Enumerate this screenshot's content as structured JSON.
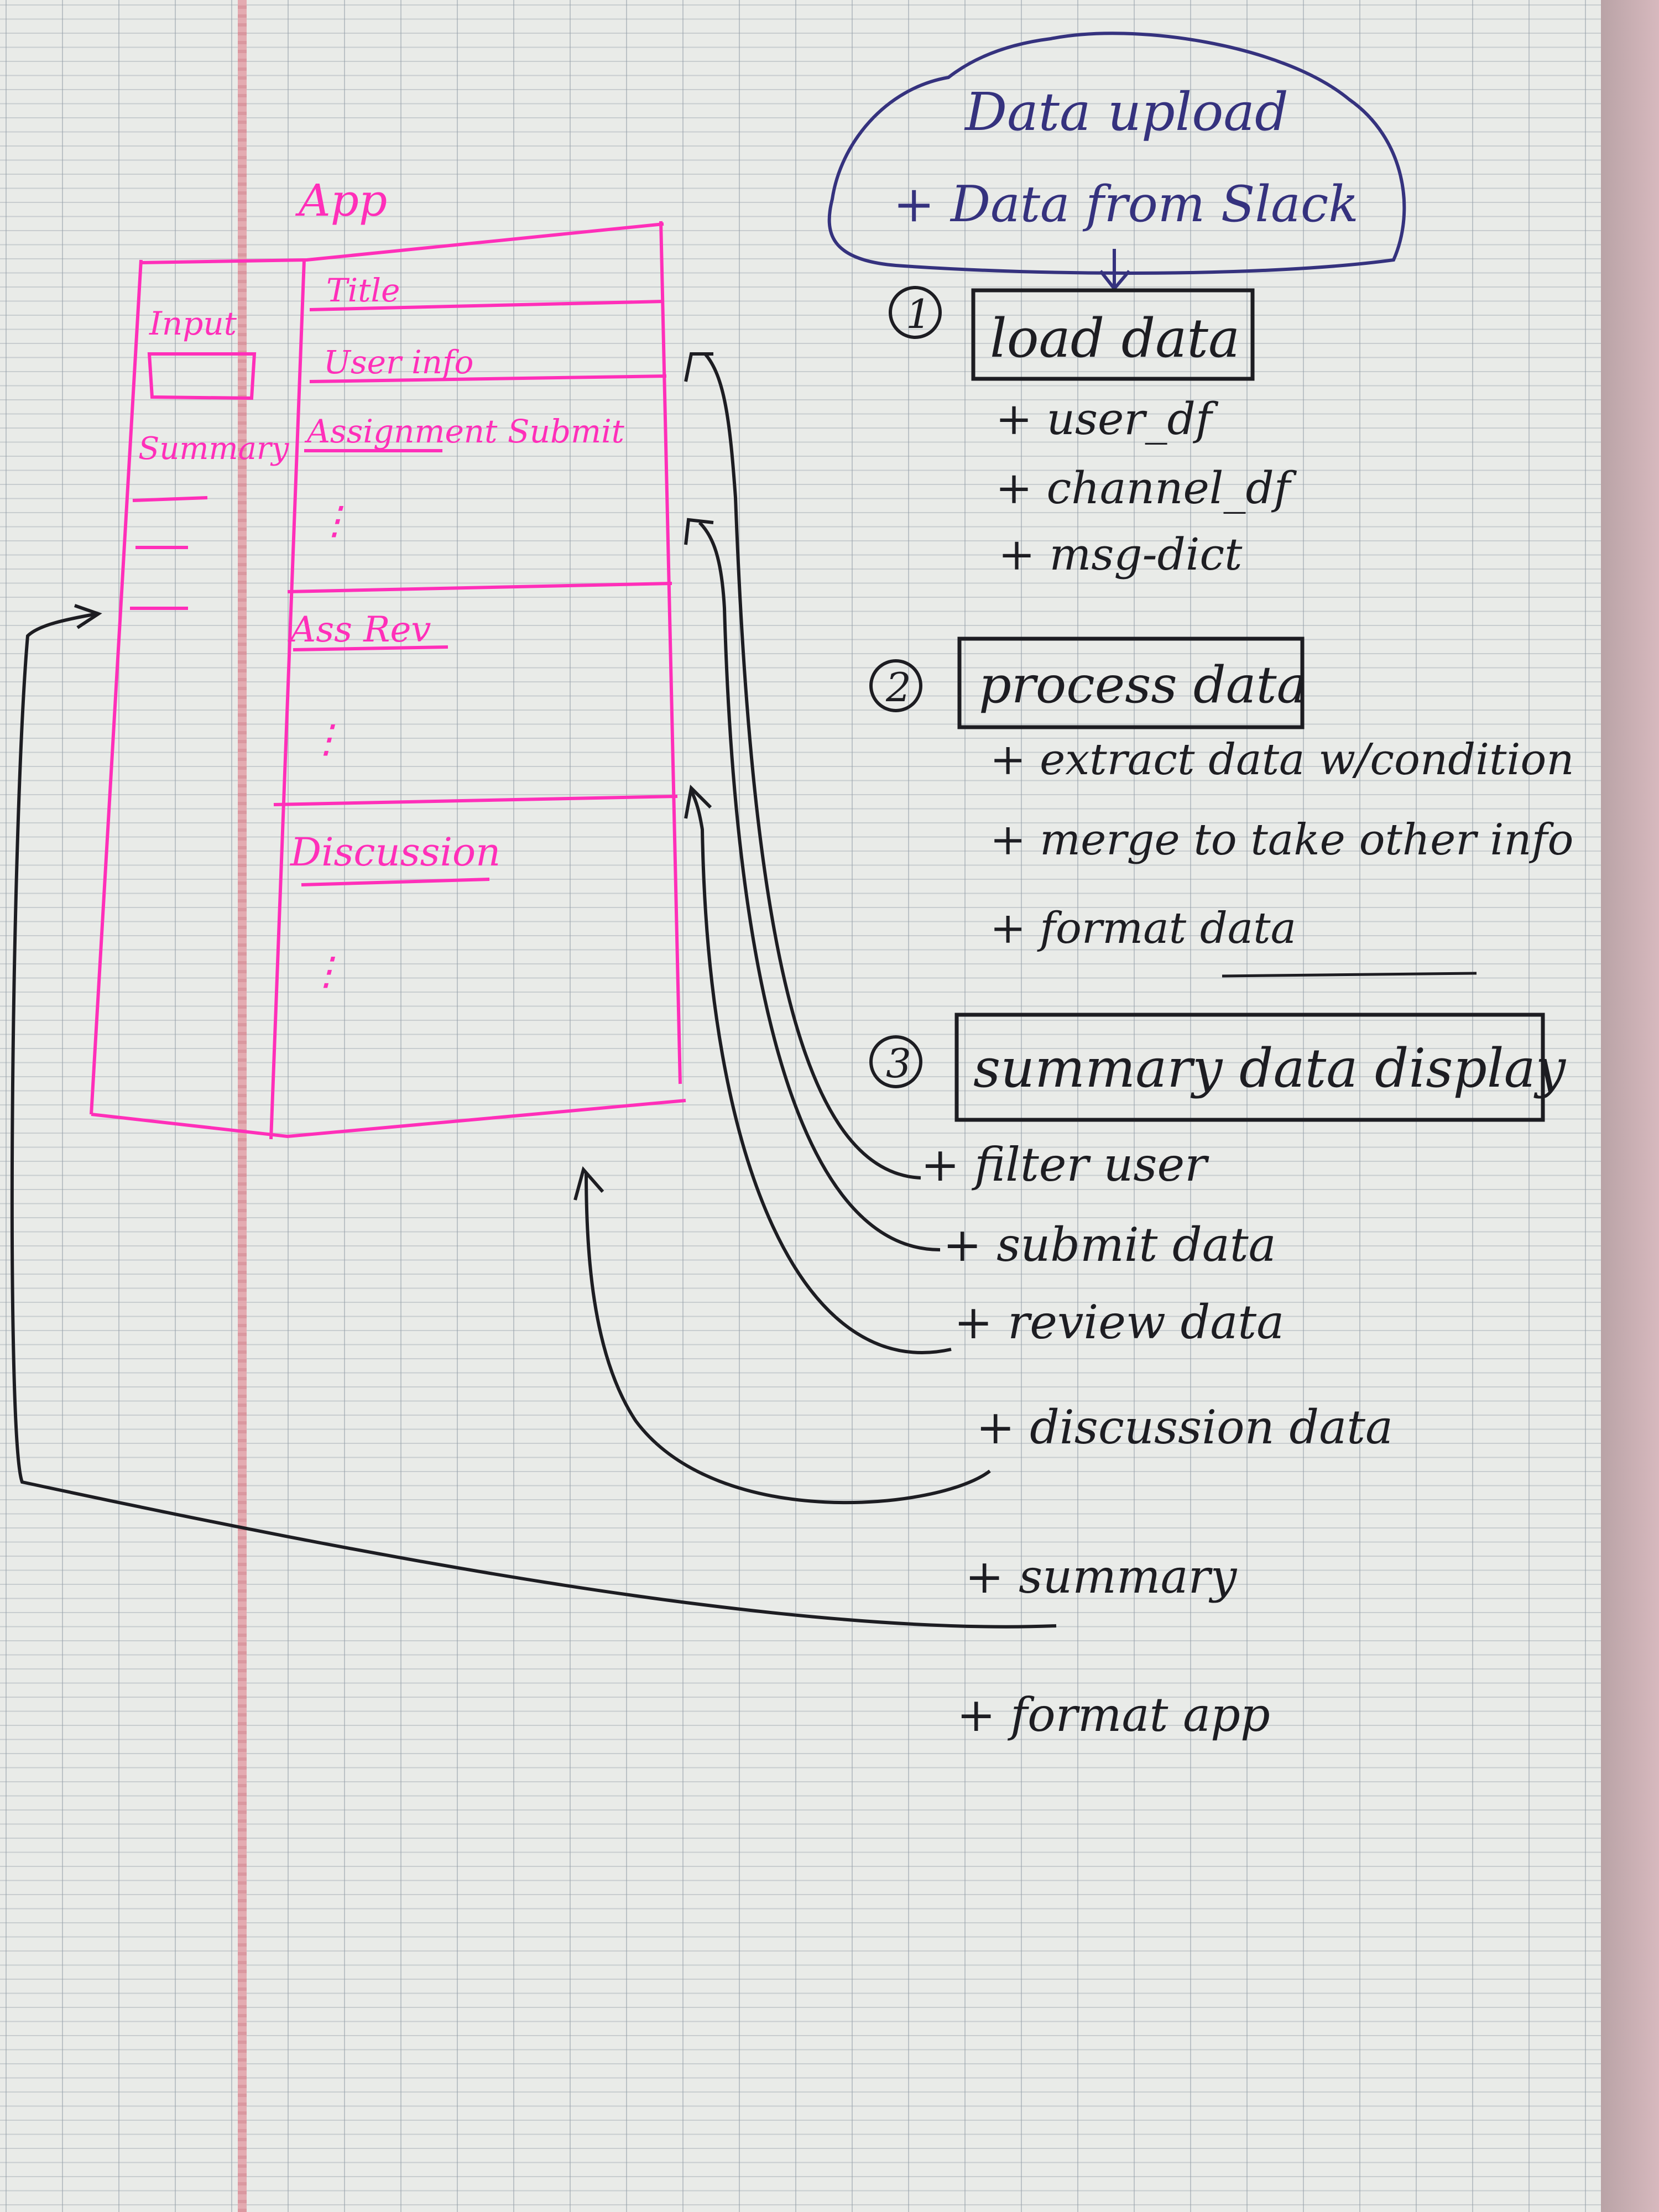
{
  "header": {
    "data_upload": "Data upload",
    "data_from_slack": "+ Data from Slack"
  },
  "steps": [
    {
      "number": "1",
      "title": "load data",
      "items": [
        "+ user_df",
        "+ channel_df",
        "+ msg-dict"
      ]
    },
    {
      "number": "2",
      "title": "process data",
      "items": [
        "+ extract data w/condition",
        "+ merge to take other info",
        "+ format data"
      ]
    },
    {
      "number": "3",
      "title": "summary data display",
      "items": [
        "+ filter user",
        "+ submit data",
        "+ review data",
        "+ discussion data",
        "+ summary",
        "+ format app"
      ]
    }
  ],
  "wireframe": {
    "app_label": "App",
    "title": "Title",
    "user_info": "User info",
    "assignment_submit": "Assignment Submit",
    "assignment_review": "Ass Rev",
    "discussion": "Discussion",
    "input": "Input",
    "summary": "Summary",
    "ellipsis": "⋮"
  },
  "colors": {
    "pen_black": "#1d1d22",
    "pen_blue": "#35327e",
    "pen_pink": "#ff2fb9",
    "paper": "#e9ebe8"
  }
}
